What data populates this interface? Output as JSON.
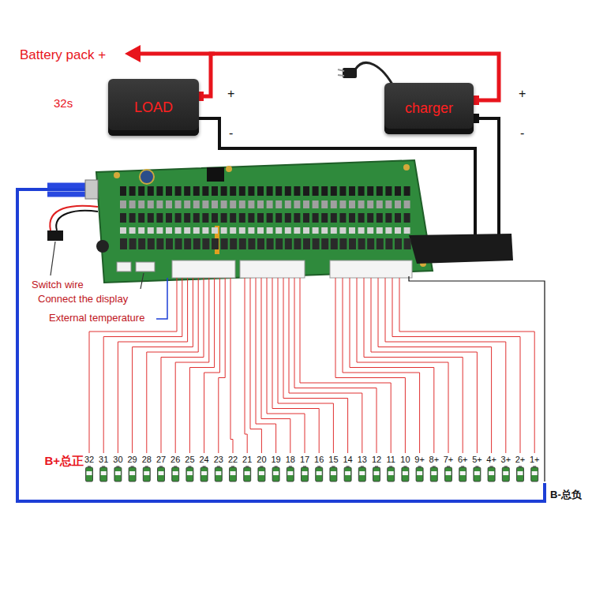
{
  "diagram": {
    "nodes": [
      {
        "text": [
          "LOAD"
        ]
      },
      {
        "text": [
          "charger"
        ]
      }
    ],
    "edges": [
      {
        "from": 1,
        "to": 0,
        "arrow": "none"
      }
    ],
    "labels": [
      "Battery pack +",
      "32s",
      "+",
      "-",
      "+",
      "-",
      "Switch wire",
      "Connect the display",
      "External temperature",
      "B+总正",
      "32",
      "31",
      "30",
      "29",
      "28",
      "27",
      "26",
      "25",
      "24",
      "23",
      "22",
      "21",
      "20",
      "19",
      "18",
      "17",
      "16",
      "15",
      "14",
      "13",
      "12",
      "11",
      "10",
      "9+",
      "8+",
      "7+",
      "6+",
      "5+",
      "4+",
      "3+",
      "2+",
      "1+",
      "B-总负"
    ]
  }
}
